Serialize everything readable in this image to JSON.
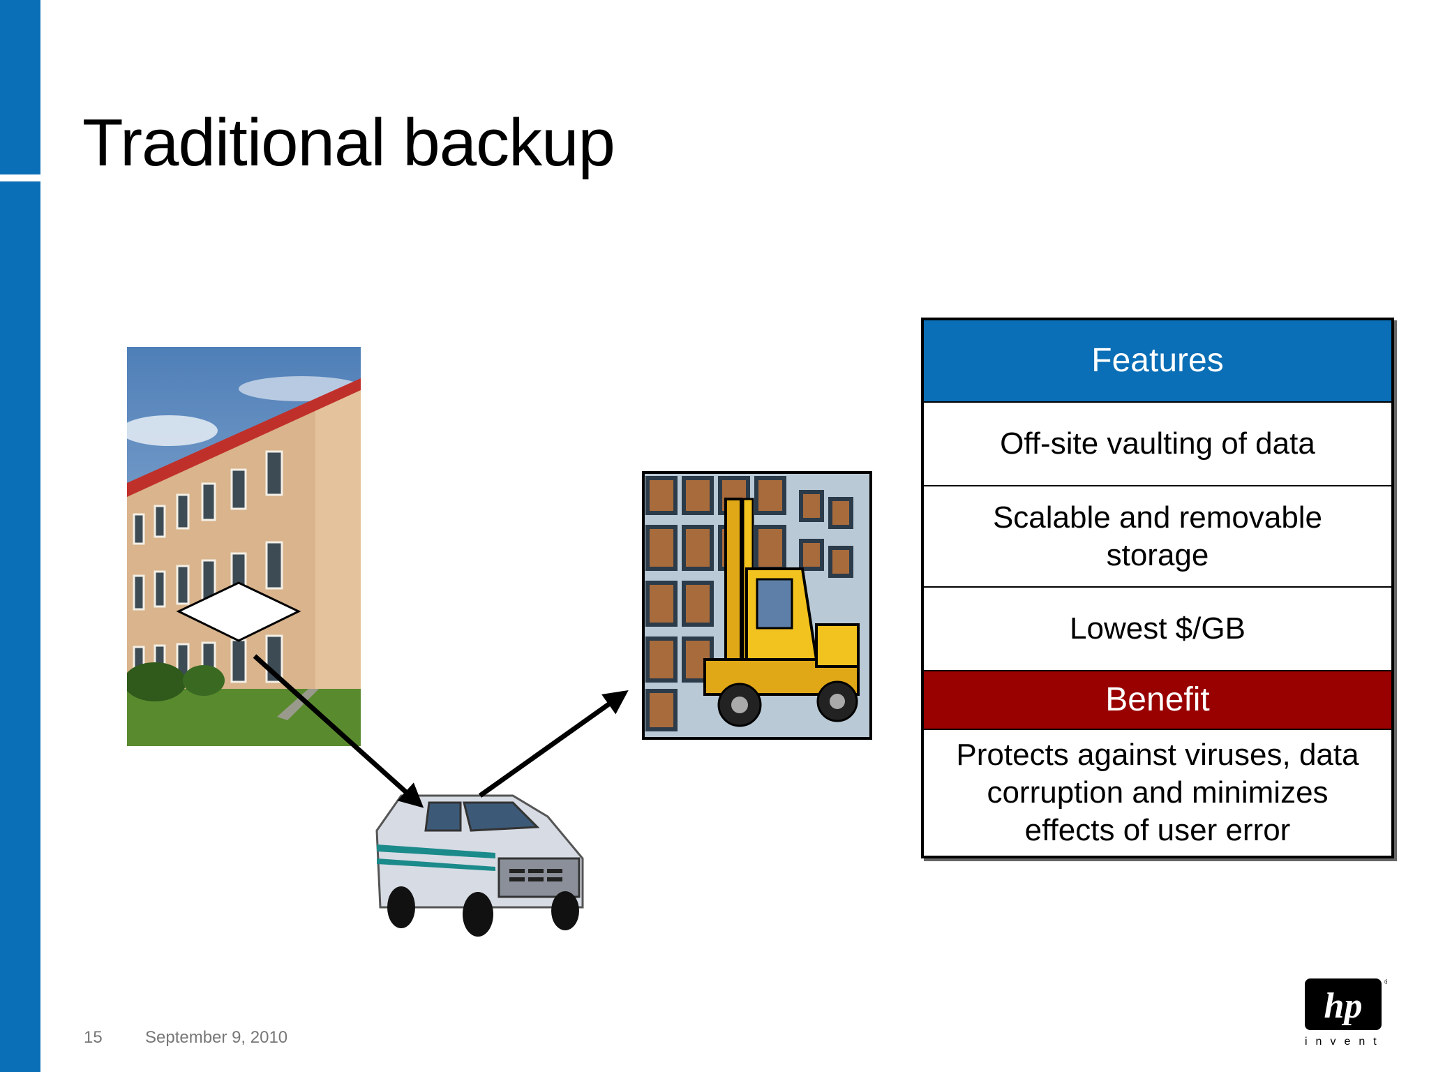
{
  "slide": {
    "title": "Traditional backup",
    "page_number": "15",
    "date": "September 9, 2010"
  },
  "table": {
    "features_header": "Features",
    "features": [
      "Off-site vaulting of data",
      "Scalable and removable storage",
      "Lowest $/GB"
    ],
    "benefit_header": "Benefit",
    "benefit": "Protects against viruses, data corruption and minimizes effects of user error"
  },
  "logo": {
    "brand": "hp",
    "tagline": "invent"
  },
  "colors": {
    "accent_blue": "#0a6fb6",
    "benefit_red": "#990000"
  },
  "icons": [
    "office-building-photo",
    "warehouse-forklift-icon",
    "delivery-van-icon",
    "tape-diamond-icon",
    "hp-logo"
  ]
}
